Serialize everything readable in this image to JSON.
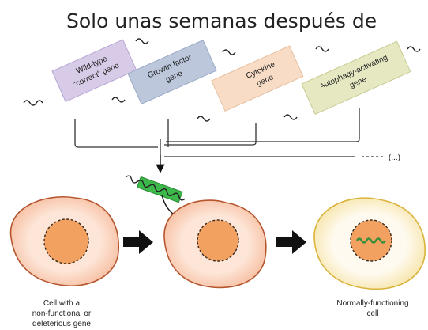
{
  "caption": "Solo unas semanas después de",
  "genes": [
    {
      "line1": "Wild-type",
      "line2": "\"correct\" gene",
      "color": "#d8cbe8"
    },
    {
      "line1": "Growth factor",
      "line2": "gene",
      "color": "#bcc7dc"
    },
    {
      "line1": "Cytokine",
      "line2": "gene",
      "color": "#f8dcc6"
    },
    {
      "line1": "Autophagy-activating",
      "line2": "gene",
      "color": "#e6e8c2"
    }
  ],
  "more_label": "(...)",
  "cells": [
    {
      "line1": "Cell with a",
      "line2": "non-functional or",
      "line3": "deleterious gene",
      "fill": "#fbd6c4",
      "nucleus": "#f3a161"
    },
    {
      "line1": "",
      "line2": "",
      "line3": "",
      "fill": "#fbd6c4",
      "nucleus": "#f3a161"
    },
    {
      "line1": "Normally-functioning",
      "line2": "cell",
      "line3": "",
      "fill": "#fdf4d6",
      "nucleus": "#f3a161"
    }
  ],
  "colors": {
    "vector": "#3db84a",
    "dna": "#3a8f3a",
    "arrow": "#111111",
    "lines": "#333333"
  }
}
